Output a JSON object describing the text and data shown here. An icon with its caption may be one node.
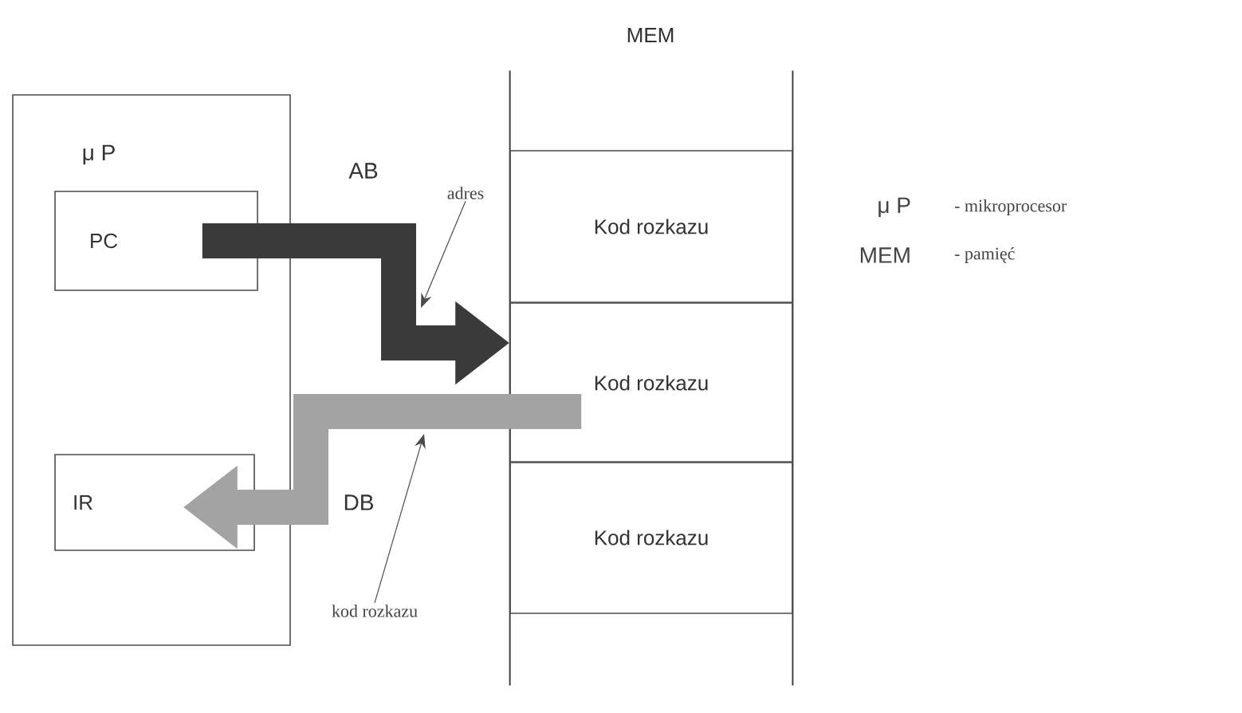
{
  "diagram": {
    "nodes": [
      {
        "text": [
          "μ P"
        ]
      },
      {
        "text": [
          "PC"
        ],
        "in": 0
      },
      {
        "text": [
          "IR"
        ],
        "in": 0
      },
      {
        "text": [
          "MEM"
        ]
      },
      {
        "text": [
          "Kod rozkazu"
        ],
        "in": 3
      },
      {
        "text": [
          "Kod rozkazu"
        ],
        "in": 3
      },
      {
        "text": [
          "Kod rozkazu"
        ],
        "in": 3
      },
      {
        "text": [
          "adres"
        ]
      },
      {
        "text": [
          "kod rozkazu"
        ]
      }
    ],
    "edges": [
      {
        "from": 1,
        "to": 5,
        "arrow": "to",
        "label": "AB",
        "style": "thick",
        "color": "#3a3a3a"
      },
      {
        "from": 5,
        "to": 2,
        "arrow": "to",
        "label": "DB",
        "style": "thick",
        "color": "#a3a3a3"
      },
      {
        "from": 7,
        "to": null,
        "arrow": "to"
      },
      {
        "from": 8,
        "to": null,
        "arrow": "to"
      }
    ],
    "labels": [
      "μ P",
      "- mikroprocesor",
      "MEM",
      "- pamięć"
    ]
  }
}
